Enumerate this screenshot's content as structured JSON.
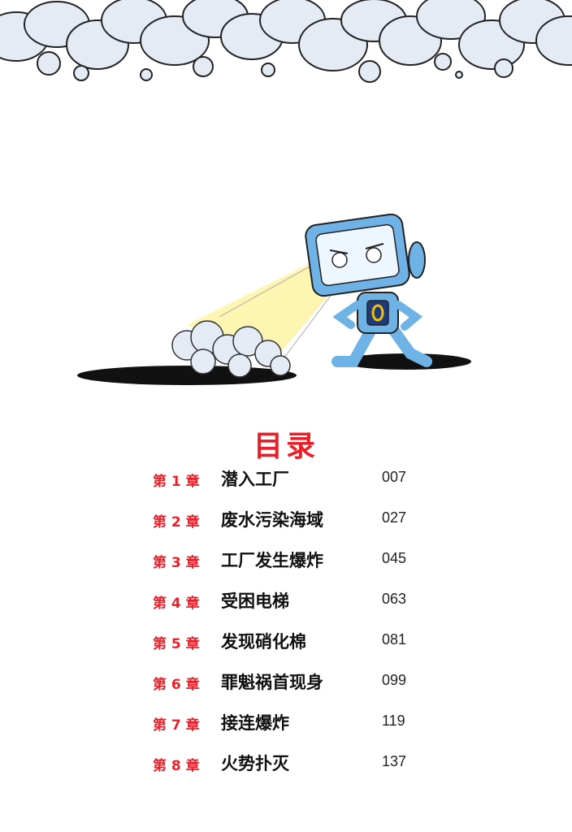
{
  "toc": {
    "title": "目录",
    "entries": [
      {
        "chapter": "第 1 章",
        "title": "潜入工厂",
        "page": "007"
      },
      {
        "chapter": "第 2 章",
        "title": "废水污染海域",
        "page": "027"
      },
      {
        "chapter": "第 3 章",
        "title": "工厂发生爆炸",
        "page": "045"
      },
      {
        "chapter": "第 4 章",
        "title": "受困电梯",
        "page": "063"
      },
      {
        "chapter": "第 5 章",
        "title": "发现硝化棉",
        "page": "081"
      },
      {
        "chapter": "第 6 章",
        "title": "罪魁祸首现身",
        "page": "099"
      },
      {
        "chapter": "第 7 章",
        "title": "接连爆炸",
        "page": "119"
      },
      {
        "chapter": "第 8 章",
        "title": "火势扑灭",
        "page": "137"
      }
    ]
  },
  "colors": {
    "accent": "#e8202a",
    "cloud": "#e4ebf4",
    "robot": "#6fb2e6",
    "beam": "#fff3a0"
  },
  "icons": {
    "header": "foam-clouds",
    "illustration": "robot-character"
  }
}
